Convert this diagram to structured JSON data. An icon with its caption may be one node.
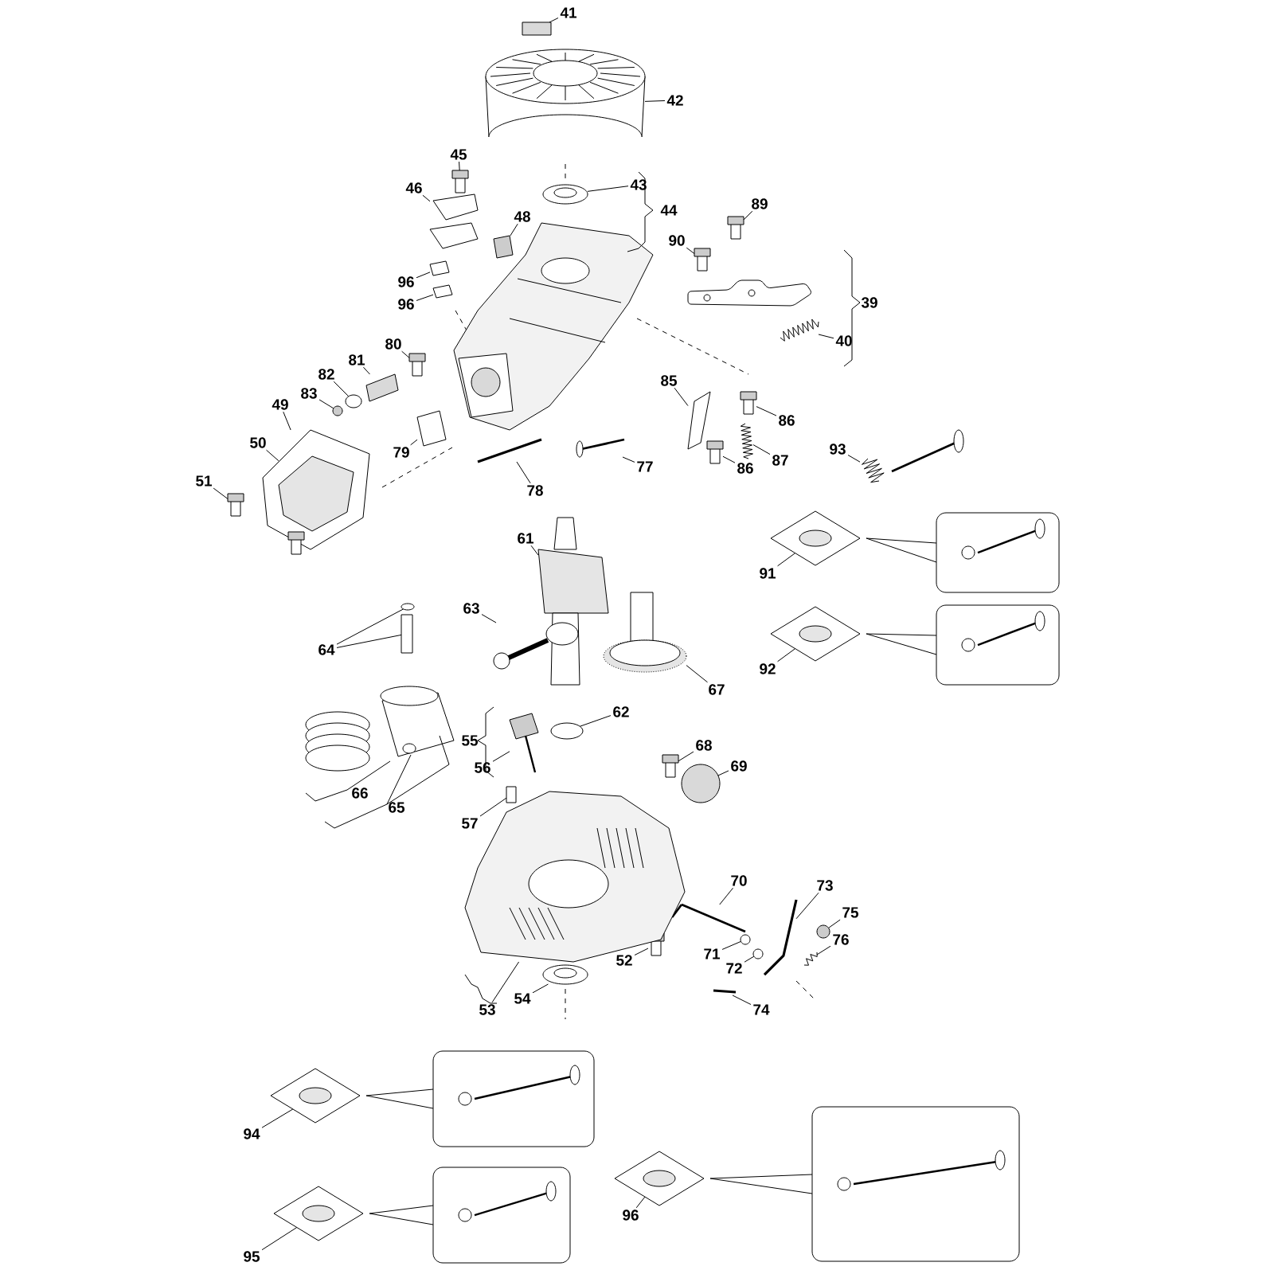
{
  "diagram": {
    "nodes": [
      {
        "text": [
          "41"
        ]
      },
      {
        "text": [
          "42"
        ]
      },
      {
        "text": [
          "45"
        ]
      },
      {
        "text": [
          "43"
        ]
      },
      {
        "text": [
          "46"
        ]
      },
      {
        "text": [
          "89"
        ]
      },
      {
        "text": [
          "44"
        ]
      },
      {
        "text": [
          "48"
        ]
      },
      {
        "text": [
          "90"
        ]
      },
      {
        "text": [
          "96"
        ]
      },
      {
        "text": [
          "39"
        ]
      },
      {
        "text": [
          "96"
        ]
      },
      {
        "text": [
          "40"
        ]
      },
      {
        "text": [
          "80"
        ]
      },
      {
        "text": [
          "81"
        ]
      },
      {
        "text": [
          "82"
        ]
      },
      {
        "text": [
          "85"
        ]
      },
      {
        "text": [
          "83"
        ]
      },
      {
        "text": [
          "86"
        ]
      },
      {
        "text": [
          "49"
        ]
      },
      {
        "text": [
          "50"
        ]
      },
      {
        "text": [
          "93"
        ]
      },
      {
        "text": [
          "79"
        ]
      },
      {
        "text": [
          "77"
        ]
      },
      {
        "text": [
          "87"
        ]
      },
      {
        "text": [
          "86"
        ]
      },
      {
        "text": [
          "51"
        ]
      },
      {
        "text": [
          "78"
        ]
      },
      {
        "text": [
          "61"
        ]
      },
      {
        "text": [
          "91"
        ]
      },
      {
        "text": [
          "63"
        ]
      },
      {
        "text": [
          "64"
        ]
      },
      {
        "text": [
          "92"
        ]
      },
      {
        "text": [
          "67"
        ]
      },
      {
        "text": [
          "62"
        ]
      },
      {
        "text": [
          "55"
        ]
      },
      {
        "text": [
          "68"
        ]
      },
      {
        "text": [
          "56"
        ]
      },
      {
        "text": [
          "69"
        ]
      },
      {
        "text": [
          "66"
        ]
      },
      {
        "text": [
          "65"
        ]
      },
      {
        "text": [
          "57"
        ]
      },
      {
        "text": [
          "70"
        ]
      },
      {
        "text": [
          "73"
        ]
      },
      {
        "text": [
          "75"
        ]
      },
      {
        "text": [
          "76"
        ]
      },
      {
        "text": [
          "71"
        ]
      },
      {
        "text": [
          "52"
        ]
      },
      {
        "text": [
          "72"
        ]
      },
      {
        "text": [
          "54"
        ]
      },
      {
        "text": [
          "53"
        ]
      },
      {
        "text": [
          "74"
        ]
      },
      {
        "text": [
          "94"
        ]
      },
      {
        "text": [
          "96"
        ]
      },
      {
        "text": [
          "95"
        ]
      },
      {
        "text": [],
        "shape": "box"
      },
      {
        "text": [],
        "shape": "picture"
      },
      {
        "text": [],
        "shape": "picture"
      },
      {
        "text": [],
        "shape": "picture"
      },
      {
        "text": [],
        "shape": "picture"
      },
      {
        "text": [],
        "shape": "picture"
      },
      {
        "text": [],
        "shape": "picture"
      },
      {
        "text": [],
        "shape": "picture"
      },
      {
        "text": [],
        "shape": "picture"
      },
      {
        "text": [],
        "shape": "picture"
      },
      {
        "text": [],
        "shape": "picture"
      },
      {
        "text": [],
        "shape": "picture"
      },
      {
        "text": [],
        "shape": "picture"
      },
      {
        "text": [],
        "shape": "circle"
      },
      {
        "text": [],
        "shape": "picture"
      },
      {
        "text": [],
        "shape": "circle"
      },
      {
        "text": [],
        "shape": "picture"
      },
      {
        "text": [],
        "shape": "picture"
      },
      {
        "text": [],
        "shape": "picture",
        "in": 72
      },
      {
        "text": [],
        "shape": "picture"
      },
      {
        "text": [],
        "shape": "picture"
      },
      {
        "text": [],
        "shape": "picture"
      },
      {
        "text": [],
        "shape": "picture"
      },
      {
        "text": [],
        "shape": "picture"
      },
      {
        "text": [],
        "shape": "picture"
      },
      {
        "text": [],
        "shape": "picture"
      },
      {
        "text": [],
        "shape": "picture"
      },
      {
        "text": [],
        "shape": "picture"
      },
      {
        "text": [],
        "shape": "picture"
      },
      {
        "text": [],
        "shape": "circle"
      },
      {
        "text": [],
        "shape": "box"
      },
      {
        "text": [],
        "shape": "picture"
      },
      {
        "text": [],
        "shape": "picture"
      },
      {
        "text": [],
        "shape": "circle"
      },
      {
        "text": [],
        "shape": "picture"
      },
      {
        "text": [],
        "shape": "picture"
      },
      {
        "text": [],
        "shape": "circle"
      },
      {
        "text": [],
        "shape": "box"
      },
      {
        "text": [],
        "shape": "picture"
      },
      {
        "text": [],
        "shape": "picture"
      },
      {
        "text": [],
        "shape": "circle"
      },
      {
        "text": [],
        "shape": "picture"
      },
      {
        "text": [],
        "shape": "circle"
      },
      {
        "text": [],
        "shape": "picture"
      },
      {
        "text": [],
        "shape": "circle"
      },
      {
        "text": [],
        "shape": "picture"
      },
      {
        "text": [],
        "shape": "picture"
      },
      {
        "text": [],
        "shape": "picture"
      },
      {
        "text": [],
        "shape": "picture"
      },
      {
        "text": [],
        "shape": "picture"
      },
      {
        "text": [],
        "shape": "picture"
      }
    ],
    "edges": [
      {
        "from": 0,
        "to": 55,
        "arrow": "none"
      },
      {
        "from": 1,
        "to": 56,
        "arrow": "none"
      },
      {
        "from": 2,
        "to": 57,
        "arrow": "none"
      },
      {
        "from": 3,
        "to": 58,
        "arrow": "none"
      },
      {
        "from": 4,
        "to": 59,
        "arrow": "none"
      },
      {
        "from": 5,
        "to": 60,
        "arrow": "none"
      },
      {
        "from": 7,
        "to": 61,
        "arrow": "none"
      },
      {
        "from": 8,
        "to": 62,
        "arrow": "none"
      },
      {
        "from": 9,
        "to": 63,
        "arrow": "none"
      },
      {
        "from": 11,
        "to": 64,
        "arrow": "none"
      },
      {
        "from": 12,
        "to": 65,
        "arrow": "none"
      },
      {
        "from": 13,
        "to": 66,
        "arrow": "none"
      },
      {
        "from": 14,
        "to": 67,
        "arrow": "none"
      },
      {
        "from": 15,
        "to": 68,
        "arrow": "none"
      },
      {
        "from": 16,
        "to": 69,
        "arrow": "none"
      },
      {
        "from": 17,
        "to": 70,
        "arrow": "none"
      },
      {
        "from": 18,
        "to": 71,
        "arrow": "none"
      },
      {
        "from": 19,
        "to": 72,
        "arrow": "none"
      },
      {
        "from": 20,
        "to": 73,
        "arrow": "none"
      },
      {
        "from": 21,
        "to": 74,
        "arrow": "none"
      },
      {
        "from": 22,
        "to": 75,
        "arrow": "none"
      },
      {
        "from": 23,
        "to": 76,
        "arrow": "none"
      },
      {
        "from": 24,
        "to": 77,
        "arrow": "none"
      },
      {
        "from": 25,
        "to": 78,
        "arrow": "none"
      },
      {
        "from": 26,
        "to": 79,
        "arrow": "none"
      },
      {
        "from": 27,
        "to": 80,
        "arrow": "none"
      },
      {
        "from": 28,
        "to": 81,
        "arrow": "none"
      },
      {
        "from": 29,
        "to": 82,
        "arrow": "none"
      },
      {
        "from": 30,
        "to": 83,
        "arrow": "none"
      },
      {
        "from": 31,
        "to": 84,
        "arrow": "none"
      },
      {
        "from": 31,
        "to": 85,
        "arrow": "none"
      },
      {
        "from": 32,
        "to": 86,
        "arrow": "none"
      },
      {
        "from": 33,
        "to": 87,
        "arrow": "none"
      },
      {
        "from": 34,
        "to": 88,
        "arrow": "none"
      },
      {
        "from": 36,
        "to": 89,
        "arrow": "none"
      },
      {
        "from": 37,
        "to": 90,
        "arrow": "none"
      },
      {
        "from": 38,
        "to": 91,
        "arrow": "none"
      },
      {
        "from": 41,
        "to": 92,
        "arrow": "none"
      },
      {
        "from": 42,
        "to": 93,
        "arrow": "none"
      },
      {
        "from": 43,
        "to": 94,
        "arrow": "none"
      },
      {
        "from": 44,
        "to": 95,
        "arrow": "none"
      },
      {
        "from": 45,
        "to": 96,
        "arrow": "none"
      },
      {
        "from": 46,
        "to": 97,
        "arrow": "none"
      },
      {
        "from": 47,
        "to": 98,
        "arrow": "none"
      },
      {
        "from": 48,
        "to": 99,
        "arrow": "none"
      },
      {
        "from": 49,
        "to": 100,
        "arrow": "none"
      },
      {
        "from": 51,
        "to": 101,
        "arrow": "none"
      },
      {
        "from": 52,
        "to": 102,
        "arrow": "none"
      },
      {
        "from": 53,
        "to": 103,
        "arrow": "none"
      },
      {
        "from": 54,
        "to": 104,
        "arrow": "none"
      },
      {
        "from": 50,
        "to": 105,
        "arrow": "none"
      }
    ]
  }
}
